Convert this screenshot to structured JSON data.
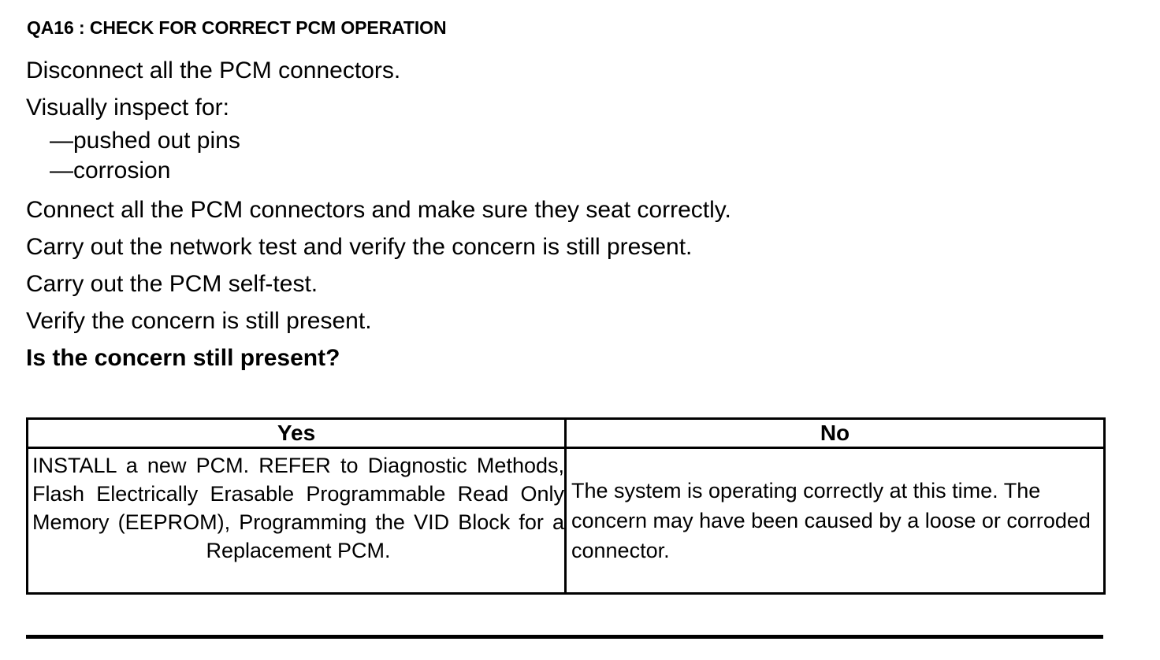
{
  "document": {
    "title": "QA16 : CHECK FOR CORRECT PCM OPERATION",
    "steps": [
      "Disconnect all the PCM connectors.",
      "Visually inspect for:"
    ],
    "inspect_items": [
      "—pushed out pins",
      "—corrosion"
    ],
    "steps_after": [
      "Connect all the PCM connectors and make sure they seat correctly.",
      "Carry out the network test and verify the concern is still present.",
      "Carry out the PCM self-test.",
      "Verify the concern is still present."
    ],
    "question": "Is the concern still present?",
    "decision_table": {
      "headers": [
        "Yes",
        "No"
      ],
      "cells": [
        "INSTALL a new PCM. REFER to Diagnostic Methods, Flash Electrically Erasable Programmable Read Only Memory (EEPROM), Programming the VID Block for a Replacement PCM.",
        "The system is operating correctly at this time. The concern may have been caused by a loose or corroded connector."
      ]
    }
  },
  "colors": {
    "text": "#000000",
    "background": "#ffffff",
    "border": "#000000"
  }
}
